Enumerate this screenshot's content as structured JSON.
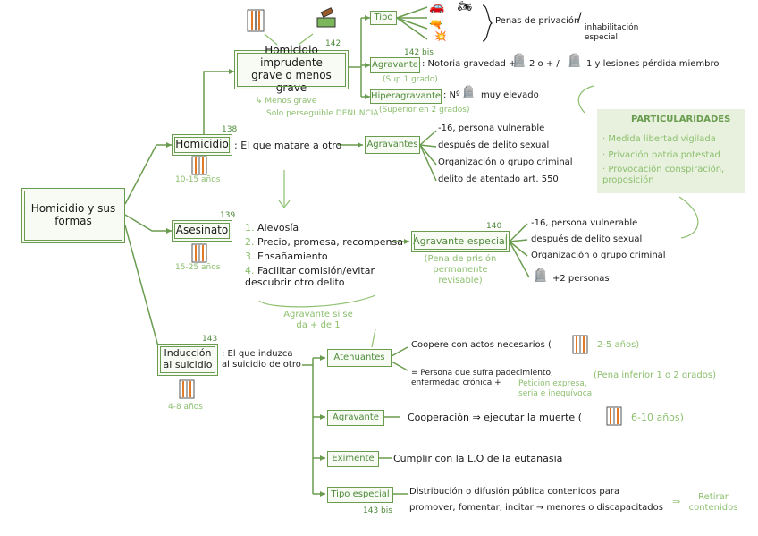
{
  "root": {
    "label": "Homicidio y sus formas"
  },
  "homicidio": {
    "label": "Homicidio",
    "article": "138",
    "years": "10-15 años",
    "definition": ": El que matare a otro",
    "agravante_label": "Agravantes",
    "agravantes": [
      "-16, persona vulnerable",
      "después de delito sexual",
      "Organización o grupo criminal",
      "delito de atentado art. 550"
    ]
  },
  "imprudente": {
    "label_line1": "Homicidio imprudente",
    "label_line2": "grave o menos grave",
    "article": "142",
    "note1": "Menos grave",
    "note2": "Solo perseguible DENUNCIA",
    "tipo_label": "Tipo",
    "penas": "Penas de privación",
    "inhabilitacion": "inhabilitación especial",
    "agravante_article": "142 bis",
    "agravante_label": "Agravante",
    "agravante_text": ": Notoria gravedad +",
    "agravante_text2": "2 o + /",
    "agravante_text3": "1 y lesiones pérdida miembro",
    "agravante_sub": "(Sup 1 grado)",
    "hiper_label": "Hiperagravante",
    "hiper_text": ": Nº",
    "hiper_text2": "muy elevado",
    "hiper_sub": "(Superior en 2 grados)"
  },
  "particularidades": {
    "title": "PARTICULARIDADES",
    "items": [
      "Medida libertad vigilada",
      "Privación patria potestad",
      "Provocación conspiración, proposición"
    ]
  },
  "asesinato": {
    "label": "Asesinato",
    "article": "139",
    "years": "15-25 años",
    "items": [
      "Alevosía",
      "Precio, promesa, recompensa",
      "Ensañamiento",
      "Facilitar comisión/evitar descubrir otro delito"
    ],
    "item_numbers": [
      "1.",
      "2.",
      "3.",
      "4."
    ],
    "agravante_note": "Agravante si se da + de 1",
    "agravante_especial_label": "Agravante especial",
    "agravante_especial_article": "140",
    "agravante_especial_note": "(Pena de prisión permanente revisable)",
    "agravantes": [
      "-16, persona vulnerable",
      "después de delito sexual",
      "Organización o grupo criminal",
      "+2 personas"
    ]
  },
  "induccion": {
    "label_line1": "Inducción",
    "label_line2": "al suicidio",
    "article": "143",
    "years": "4-8 años",
    "definition": ": El que induzca al suicidio de otro",
    "atenuantes_label": "Atenuantes",
    "atenuante1": "Coopere con actos necesarios (",
    "atenuante1_years": "2-5 años)",
    "atenuante2": "= Persona que sufra padecimiento, enfermedad crónica +",
    "atenuante2_green": "Petición expresa, seria e inequívoca",
    "atenuante_note": "(Pena inferior 1 o 2 grados)",
    "agravante_label": "Agravante",
    "agravante_text": "Cooperación ⇒ ejecutar la muerte (",
    "agravante_years": "6-10 años)",
    "eximente_label": "Eximente",
    "eximente_text": "Cumplir con la L.O de la eutanasia",
    "tipo_especial_label": "Tipo especial",
    "tipo_especial_article": "143 bis",
    "tipo_especial_text1": "Distribución o difusión pública contenidos para",
    "tipo_especial_text2": "promover, fomentar, incitar → menores o discapacitados",
    "retirar": "Retirar contenidos"
  },
  "colors": {
    "green": "#6a9c4f",
    "light_green": "#8cbf6e",
    "orange": "#e07b2c",
    "panel": "#e7f1dd"
  }
}
